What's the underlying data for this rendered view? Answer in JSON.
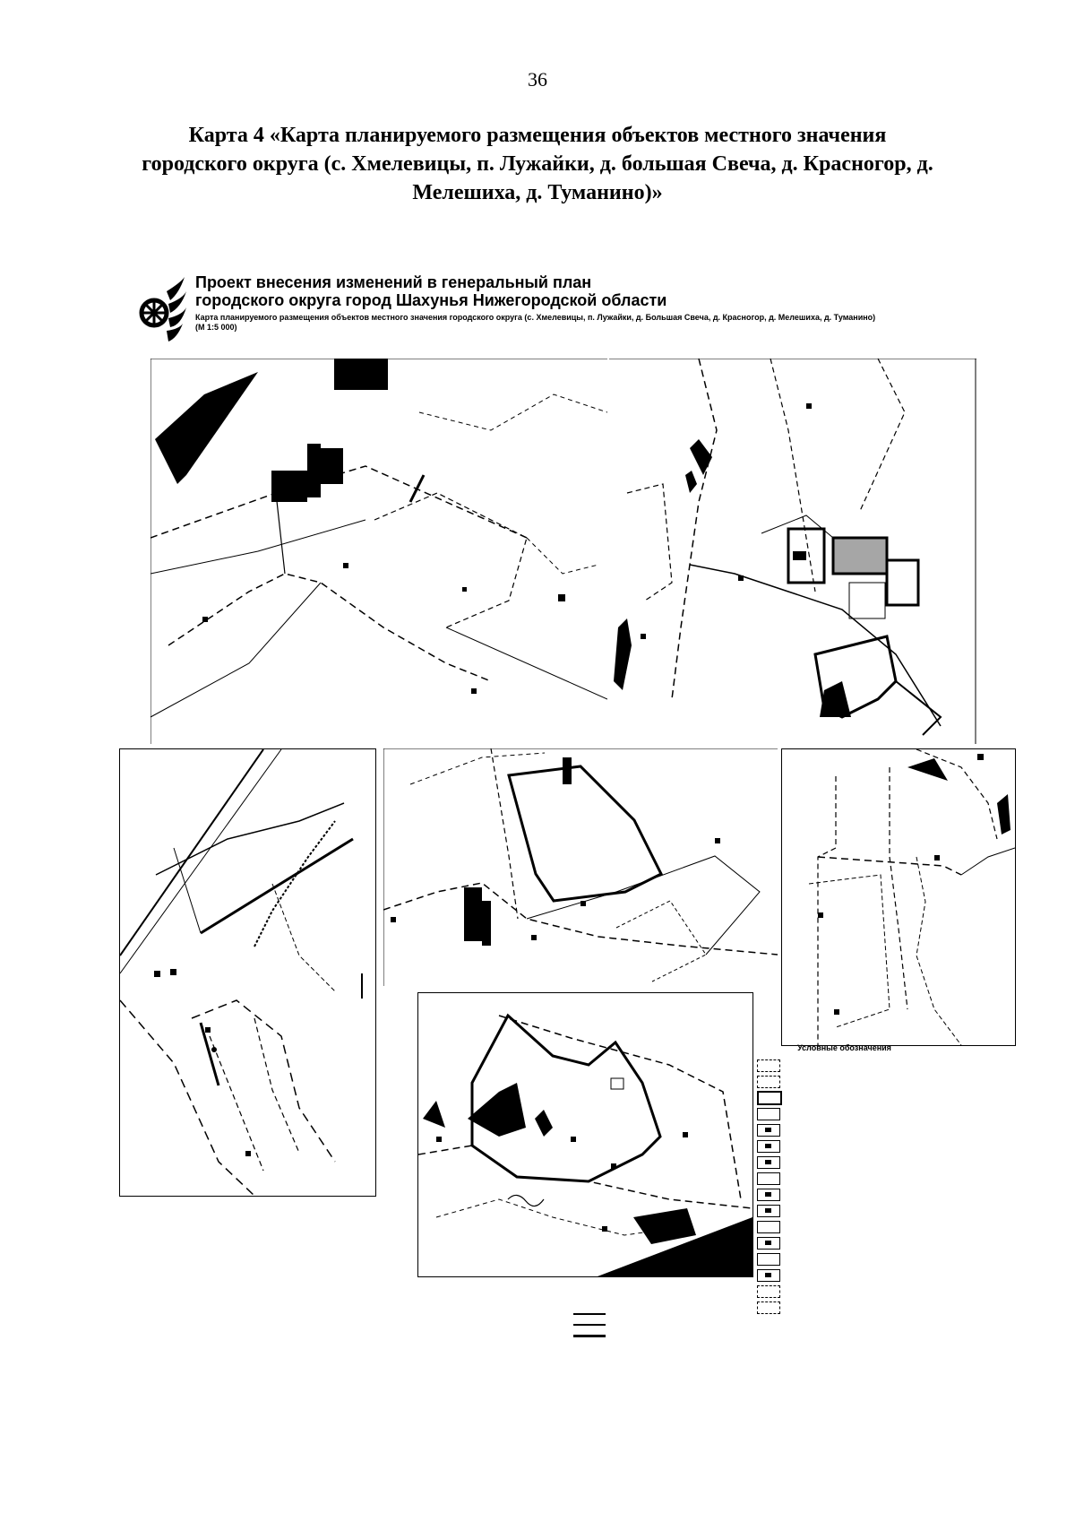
{
  "page": {
    "number": "36",
    "title": "Карта 4 «Карта планируемого размещения объектов местного значения городского округа (с. Хмелевицы, п. Лужайки, д. большая Свеча, д. Красногор, д. Мелешиха, д. Туманино)»"
  },
  "map_header": {
    "line1": "Проект внесения изменений в генеральный план",
    "line2": "городского округа город Шахунья Нижегородской области",
    "subtitle": "Карта планируемого размещения объектов местного значения городского округа (с. Хмелевицы, п. Лужайки, д. Большая Свеча, д. Красногор, д. Мелешиха, д. Туманино)",
    "scale": "(М 1:5 000)"
  },
  "legend": {
    "title": "Условные обозначения",
    "items": [
      "",
      "",
      "",
      "",
      "",
      "",
      "",
      "",
      "",
      "",
      "",
      "",
      "",
      "",
      "",
      ""
    ]
  },
  "bottom_legend": {
    "items": [
      "",
      "",
      ""
    ]
  }
}
